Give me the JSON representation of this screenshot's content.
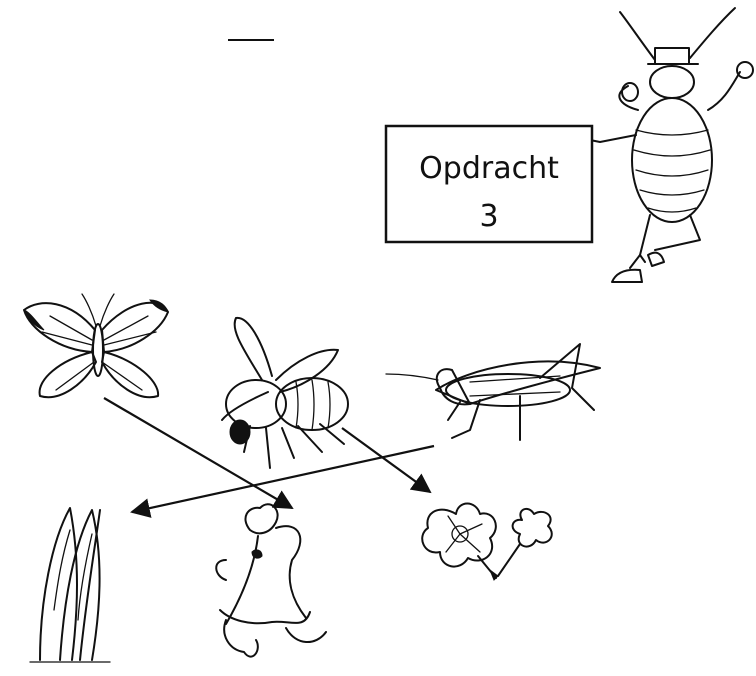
{
  "worksheet": {
    "sign_line1": "Opdracht",
    "sign_line2": "3"
  },
  "illustrations": {
    "top_row": [
      "butterfly",
      "bee",
      "grasshopper"
    ],
    "bottom_row": [
      "grass-blades",
      "honeysuckle-flower",
      "primrose-flower"
    ],
    "mascot": "cockroach-with-top-hat"
  },
  "connections": [
    {
      "from": "butterfly",
      "to": "honeysuckle-flower"
    },
    {
      "from": "bee",
      "to": "primrose-flower"
    },
    {
      "from": "grasshopper",
      "to": "grass-blades"
    }
  ],
  "colors": {
    "ink": "#111111",
    "background": "#ffffff"
  }
}
